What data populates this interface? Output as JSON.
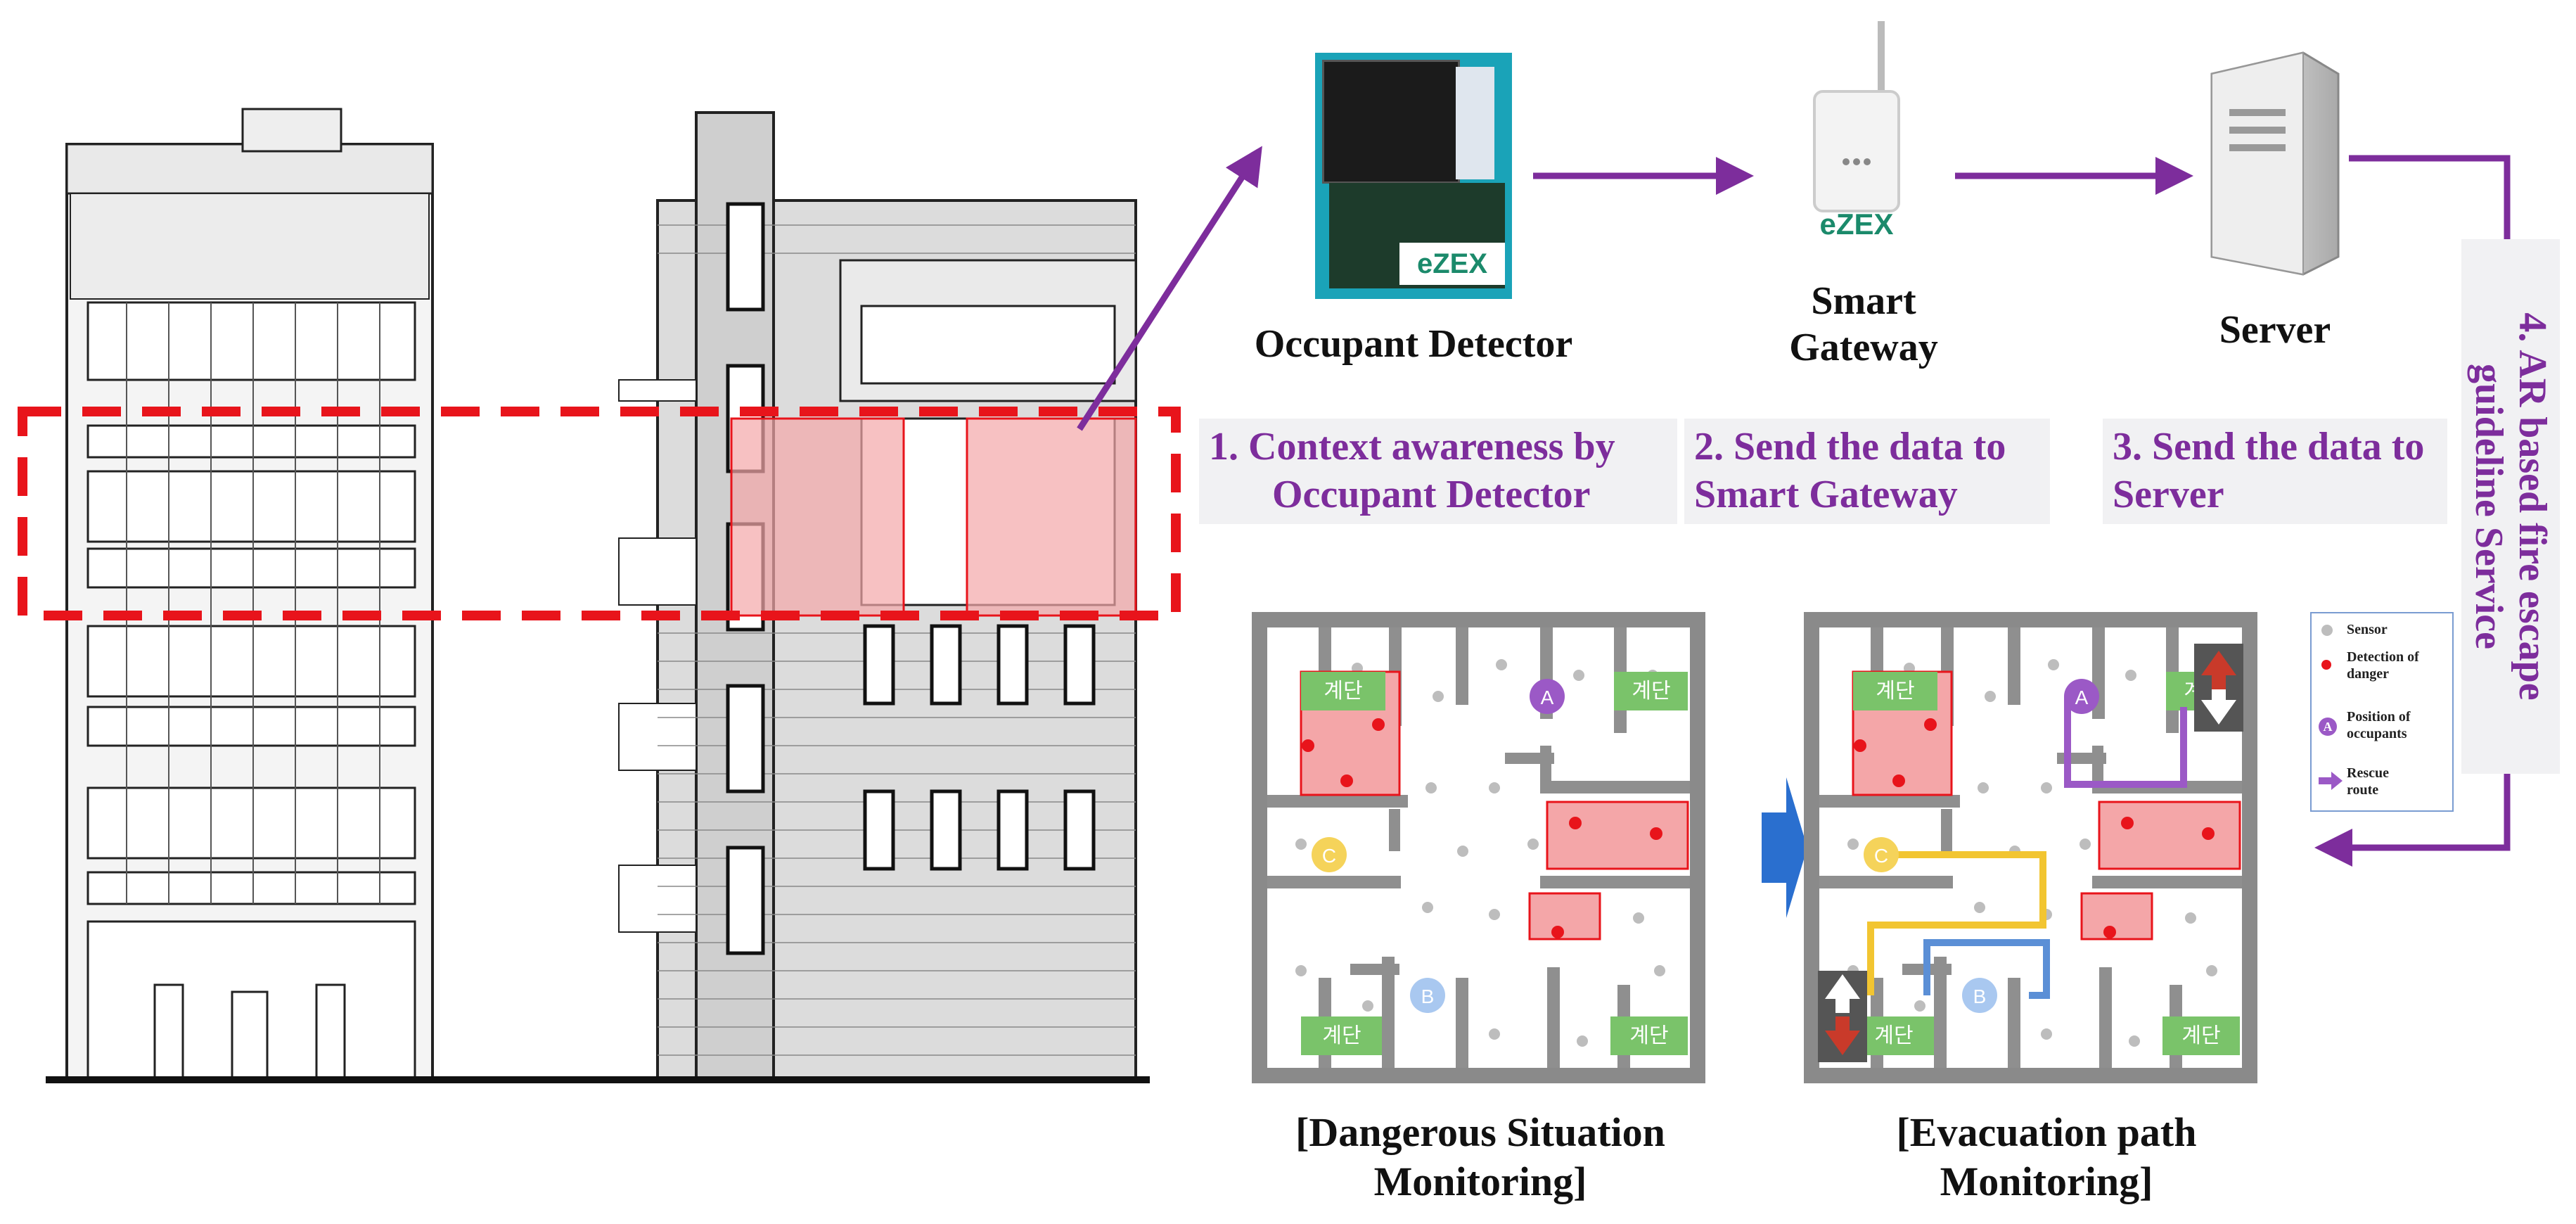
{
  "devices": {
    "occupant_detector": {
      "label": "Occupant Detector",
      "brand": "eZEX"
    },
    "smart_gateway": {
      "label_line1": "Smart",
      "label_line2": "Gateway",
      "brand": "eZEX"
    },
    "server": {
      "label": "Server"
    }
  },
  "steps": {
    "step1_line1": "1. Context awareness by",
    "step1_line2": "Occupant Detector",
    "step2_line1": "2. Send the data to",
    "step2_line2": "Smart Gateway",
    "step3_line1": "3. Send the data to",
    "step3_line2": "Server",
    "step4_line1": "4. AR based fire escape",
    "step4_line2": "guideline Service"
  },
  "floor_plans": {
    "stair_label": "계단",
    "occupants": [
      "A",
      "B",
      "C"
    ],
    "left_caption_line1": "[Dangerous Situation",
    "left_caption_line2": "Monitoring]",
    "right_caption_line1": "[Evacuation path",
    "right_caption_line2": "Monitoring]"
  },
  "legend": {
    "sensor": "Sensor",
    "danger_line1": "Detection of",
    "danger_line2": "danger",
    "occupants_line1": "Position of",
    "occupants_line2": "occupants",
    "route_line1": "Rescue",
    "route_line2": "route",
    "occupant_marker": "A"
  },
  "colors": {
    "flow_arrow": "#7d2d9c",
    "step_text": "#7d2d9c",
    "danger_box": "#e8141b",
    "danger_fill": "#f4a6a8",
    "stair_green": "#7ac36a",
    "route_yellow": "#f2c531",
    "route_blue": "#5b8fd6",
    "route_purple": "#9b59c6"
  }
}
